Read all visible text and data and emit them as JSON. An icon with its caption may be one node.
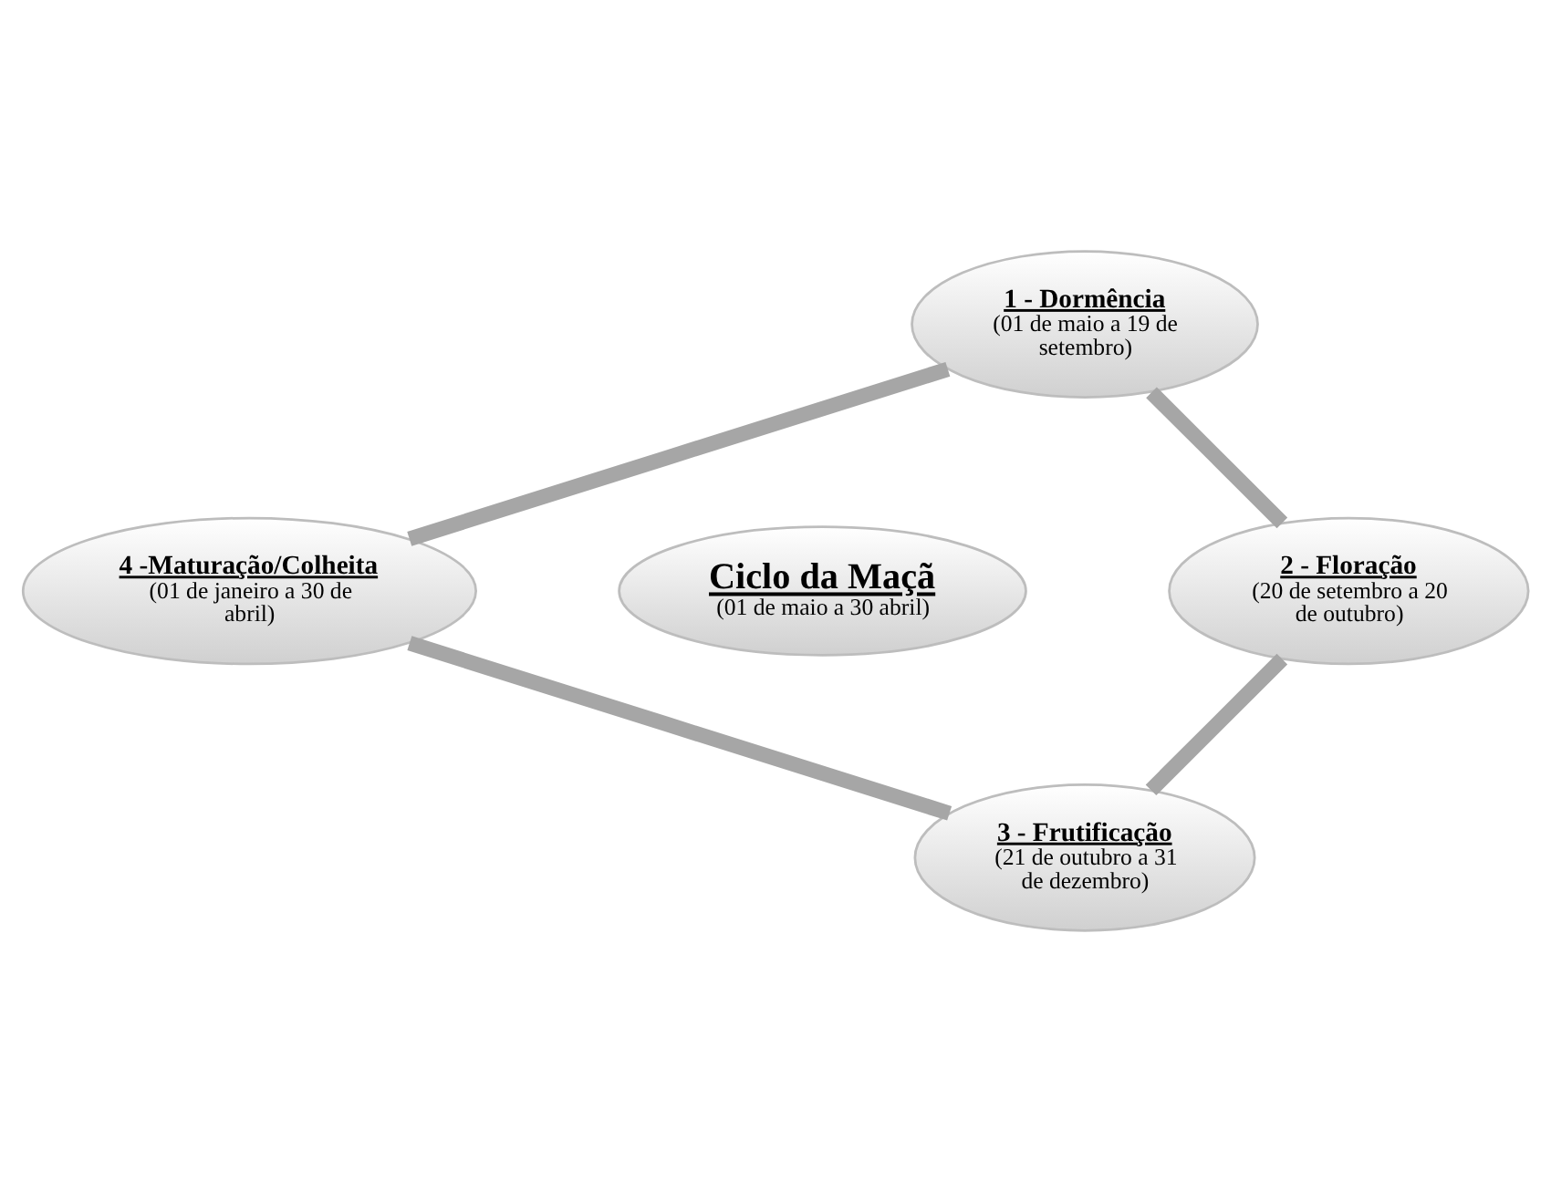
{
  "diagram": {
    "nodes": [
      {
        "text": [
          "Ciclo da Maçã",
          "(01 de maio a 30 abril)"
        ]
      },
      {
        "text": [
          "1 - Dormência",
          "(01 de maio a 19 de setembro)"
        ]
      },
      {
        "text": [
          "2 - Floração",
          "(20 de setembro a 20 de outubro)"
        ]
      },
      {
        "text": [
          "3 - Frutificação",
          "(21 de outubro a 31 de dezembro)"
        ]
      },
      {
        "text": [
          "4 -Maturação/Colheita",
          "(01 de janeiro a 30 de abril)"
        ]
      }
    ],
    "edges": [
      {
        "from": 1,
        "to": 2,
        "arrow": "none"
      },
      {
        "from": 2,
        "to": 3,
        "arrow": "none"
      },
      {
        "from": 3,
        "to": 4,
        "arrow": "none"
      },
      {
        "from": 4,
        "to": 1,
        "arrow": "none"
      }
    ]
  }
}
